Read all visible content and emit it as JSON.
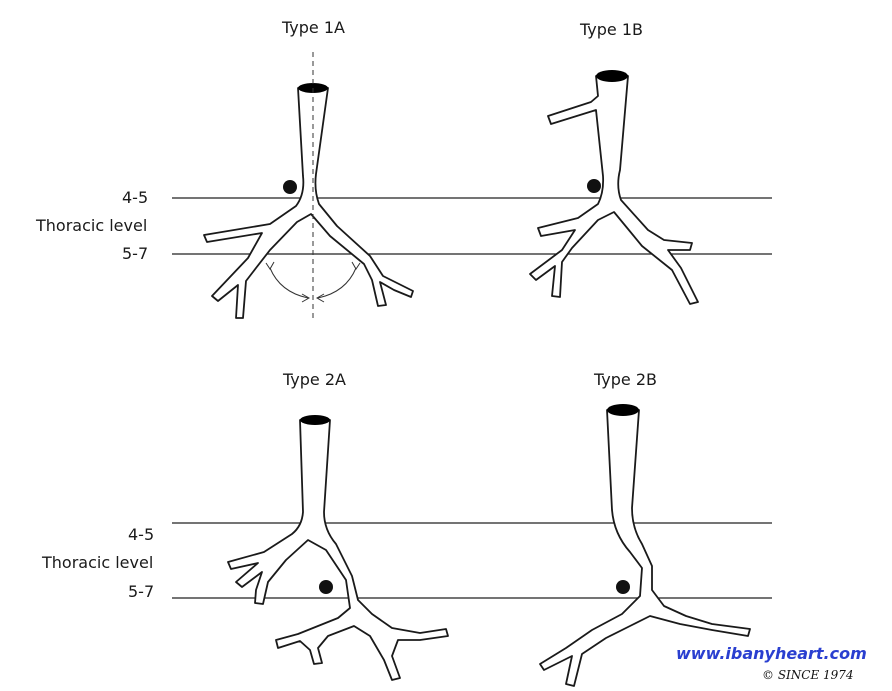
{
  "panels": {
    "p1a": {
      "title": "Type 1A",
      "level_upper": "4-5",
      "level_caption": "Thoracic level",
      "level_lower": "5-7"
    },
    "p1b": {
      "title": "Type 1B"
    },
    "p2a": {
      "title": "Type 2A",
      "level_upper": "4-5",
      "level_caption": "Thoracic level",
      "level_lower": "5-7"
    },
    "p2b": {
      "title": "Type 2B"
    }
  },
  "watermark": {
    "site": "www.ibanyheart.com",
    "copyright": "© SINCE 1974",
    "color": "#2a3fd0"
  }
}
